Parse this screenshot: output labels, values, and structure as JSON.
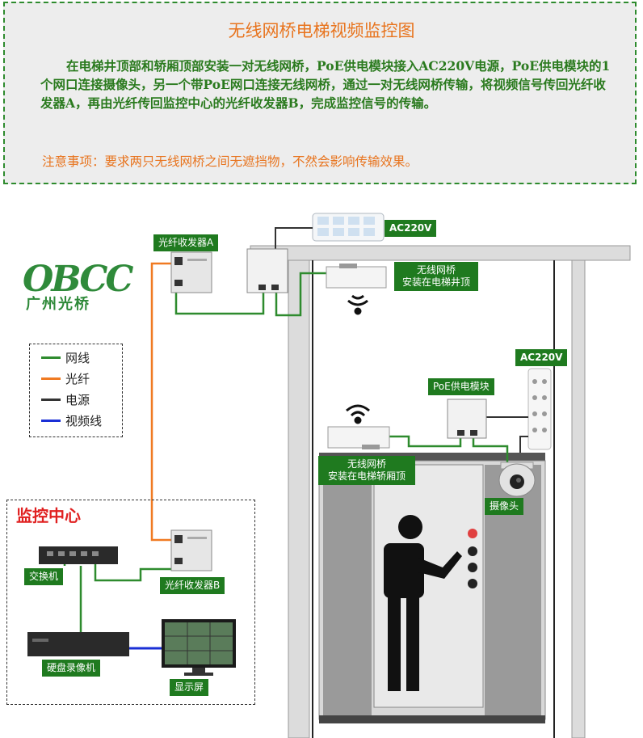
{
  "info": {
    "title": "无线网桥电梯视频监控图",
    "description": "在电梯井顶部和轿厢顶部安装一对无线网桥，PoE供电模块接入AC220V电源，PoE供电模块的1个网口连接摄像头，另一个带PoE网口连接无线网桥，通过一对无线网桥传输，将视频信号传回光纤收发器A，再由光纤传回监控中心的光纤收发器B，完成监控信号的传输。",
    "note": "注意事项：要求两只无线网桥之间无遮挡物，不然会影响传输效果。"
  },
  "logo": {
    "en": "OBCC",
    "cn": "广州光桥"
  },
  "legend": [
    {
      "label": "网线",
      "color": "#2e8b2e"
    },
    {
      "label": "光纤",
      "color": "#f07a22"
    },
    {
      "label": "电源",
      "color": "#333333"
    },
    {
      "label": "视频线",
      "color": "#1a2fd6"
    }
  ],
  "labels": {
    "transceiver_a": "光纤收发器A",
    "ac220v_top": "AC220V",
    "bridge_shaft_line1": "无线网桥",
    "bridge_shaft_line2": "安装在电梯井顶",
    "ac220v_car": "AC220V",
    "poe_module": "PoE供电模块",
    "bridge_car_line1": "无线网桥",
    "bridge_car_line2": "安装在电梯轿厢顶",
    "camera": "摄像头",
    "monitor_center": "监控中心",
    "switch": "交换机",
    "transceiver_b": "光纤收发器B",
    "nvr": "硬盘录像机",
    "display": "显示屏"
  },
  "colors": {
    "ethernet": "#2e8b2e",
    "fiber": "#f07a22",
    "power": "#333333",
    "video": "#1a2fd6",
    "label_bg": "#1f7a1f",
    "title": "#e8741e"
  }
}
